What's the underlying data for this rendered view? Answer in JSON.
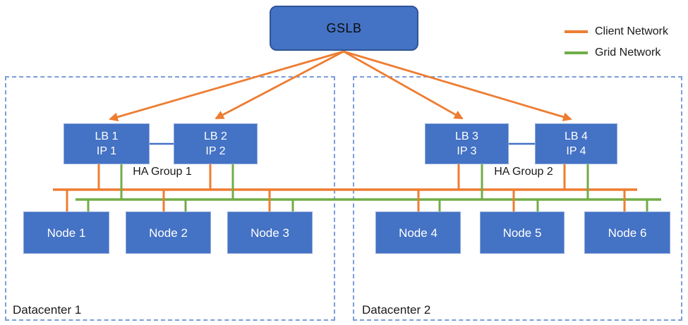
{
  "colors": {
    "node_fill": "#4472C4",
    "node_border": "#8FAADC",
    "gslb_border": "#2F5597",
    "client_network": "#ED7D31",
    "grid_network": "#70AD47",
    "ha_link": "#4472C4",
    "datacenter_border": "#7D9DD9"
  },
  "gslb": {
    "label": "GSLB"
  },
  "legend": {
    "items": [
      {
        "label": "Client Network",
        "color": "#ED7D31"
      },
      {
        "label": "Grid Network",
        "color": "#70AD47"
      }
    ]
  },
  "datacenters": [
    {
      "label": "Datacenter 1",
      "ha_group_label": "HA Group 1",
      "load_balancers": [
        {
          "name": "LB 1",
          "ip": "IP 1"
        },
        {
          "name": "LB 2",
          "ip": "IP 2"
        }
      ],
      "nodes": [
        "Node 1",
        "Node 2",
        "Node 3"
      ]
    },
    {
      "label": "Datacenter 2",
      "ha_group_label": "HA Group 2",
      "load_balancers": [
        {
          "name": "LB 3",
          "ip": "IP 3"
        },
        {
          "name": "LB 4",
          "ip": "IP 4"
        }
      ],
      "nodes": [
        "Node 4",
        "Node 5",
        "Node 6"
      ]
    }
  ]
}
